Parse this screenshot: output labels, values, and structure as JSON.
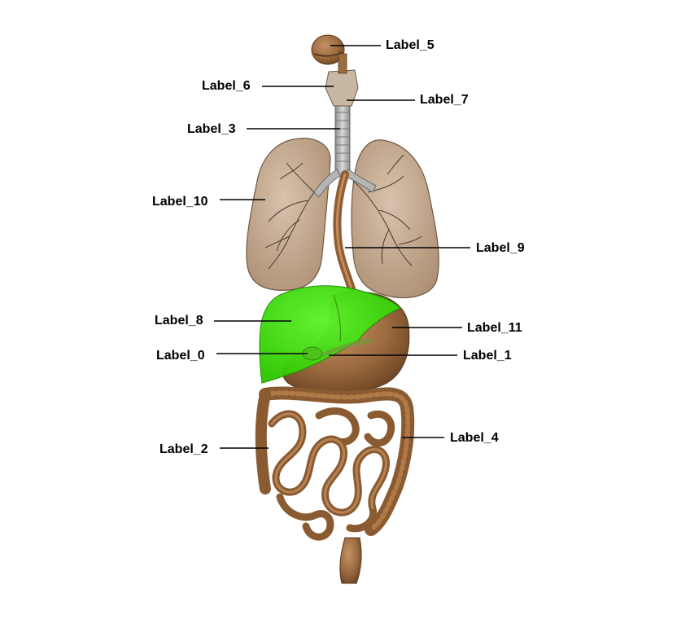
{
  "diagram": {
    "labels": {
      "label_0": "Label_0",
      "label_1": "Label_1",
      "label_2": "Label_2",
      "label_3": "Label_3",
      "label_4": "Label_4",
      "label_5": "Label_5",
      "label_6": "Label_6",
      "label_7": "Label_7",
      "label_8": "Label_8",
      "label_9": "Label_9",
      "label_10": "Label_10",
      "label_11": "Label_11"
    },
    "colors": {
      "highlight": "#33dd00",
      "organ_brown": "#9a6a3e",
      "lung_tan": "#c8ad92",
      "trachea_gray": "#b9b9b9",
      "leader_line": "#000000"
    }
  }
}
